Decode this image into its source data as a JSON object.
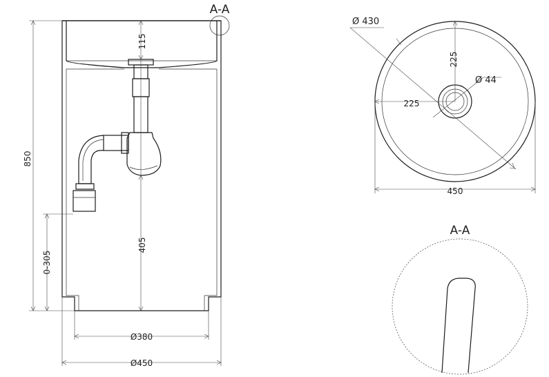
{
  "drawing": {
    "section_ref_label": "A-A",
    "section_title": "A-A",
    "side_view": {
      "overall_height": "850",
      "drain_offset": "115",
      "siphon_height": "405",
      "waste_outlet_height": "0-305",
      "base_diameter": "Ø380",
      "total_diameter": "Ø450"
    },
    "top_view": {
      "bowl_diameter": "Ø 430",
      "drain_diameter": "Ø 44",
      "center_vertical": "225",
      "center_horizontal": "225",
      "overall_width": "450"
    }
  }
}
